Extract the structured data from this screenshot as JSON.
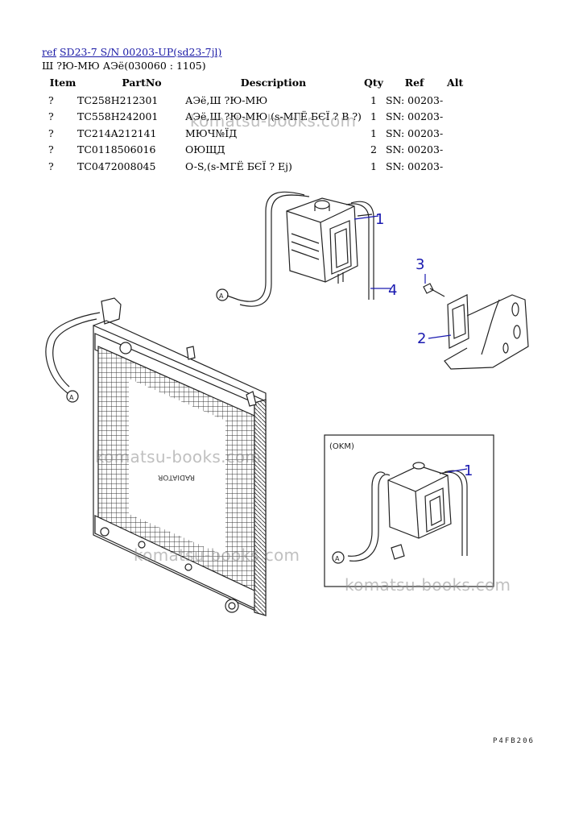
{
  "header": {
    "ref_link": "ref",
    "model_link": "SD23-7 S/N 00203-UP(sd23-7jl)",
    "subtitle": "Ш ?Ю-МЮ АЭё(030060 : 1105)"
  },
  "table": {
    "columns": [
      "Item",
      "PartNo",
      "Description",
      "Qty",
      "Ref",
      "Alt"
    ],
    "rows": [
      {
        "item": "?",
        "part": "TC258H212301",
        "desc": "АЭё,Ш ?Ю-МЮ",
        "qty": "1",
        "ref": "SN: 00203-",
        "alt": ""
      },
      {
        "item": "?",
        "part": "TC558H242001",
        "desc": "АЭё,Ш ?Ю-МЮ (s-МГЁ БЄЇ ? В ?)",
        "qty": "1",
        "ref": "SN: 00203-",
        "alt": ""
      },
      {
        "item": "?",
        "part": "TC214A212141",
        "desc": "МЮЧ№ЇД",
        "qty": "1",
        "ref": "SN: 00203-",
        "alt": ""
      },
      {
        "item": "?",
        "part": "TC0118506016",
        "desc": "ОЮЩД",
        "qty": "2",
        "ref": "SN: 00203-",
        "alt": ""
      },
      {
        "item": "?",
        "part": "TC0472008045",
        "desc": "O-S,(s-МГЁ БЄЇ ? Ej)",
        "qty": "1",
        "ref": "SN: 00203-",
        "alt": ""
      }
    ]
  },
  "diagram": {
    "callouts": [
      "1",
      "4",
      "3",
      "2",
      "1"
    ],
    "connector_label": "A",
    "radiator_label": "RADIATOR",
    "inset_label": "(OKM)",
    "drawing_code": "P4FB206"
  },
  "watermarks": [
    "komatsu-books.com",
    "komatsu-books.com",
    "komatsu-books.com",
    "komatsu-books.com"
  ],
  "colors": {
    "link": "#1a1aa6",
    "callout": "#1a1ab0",
    "line": "#222222",
    "watermark": "#8c8c8c"
  }
}
